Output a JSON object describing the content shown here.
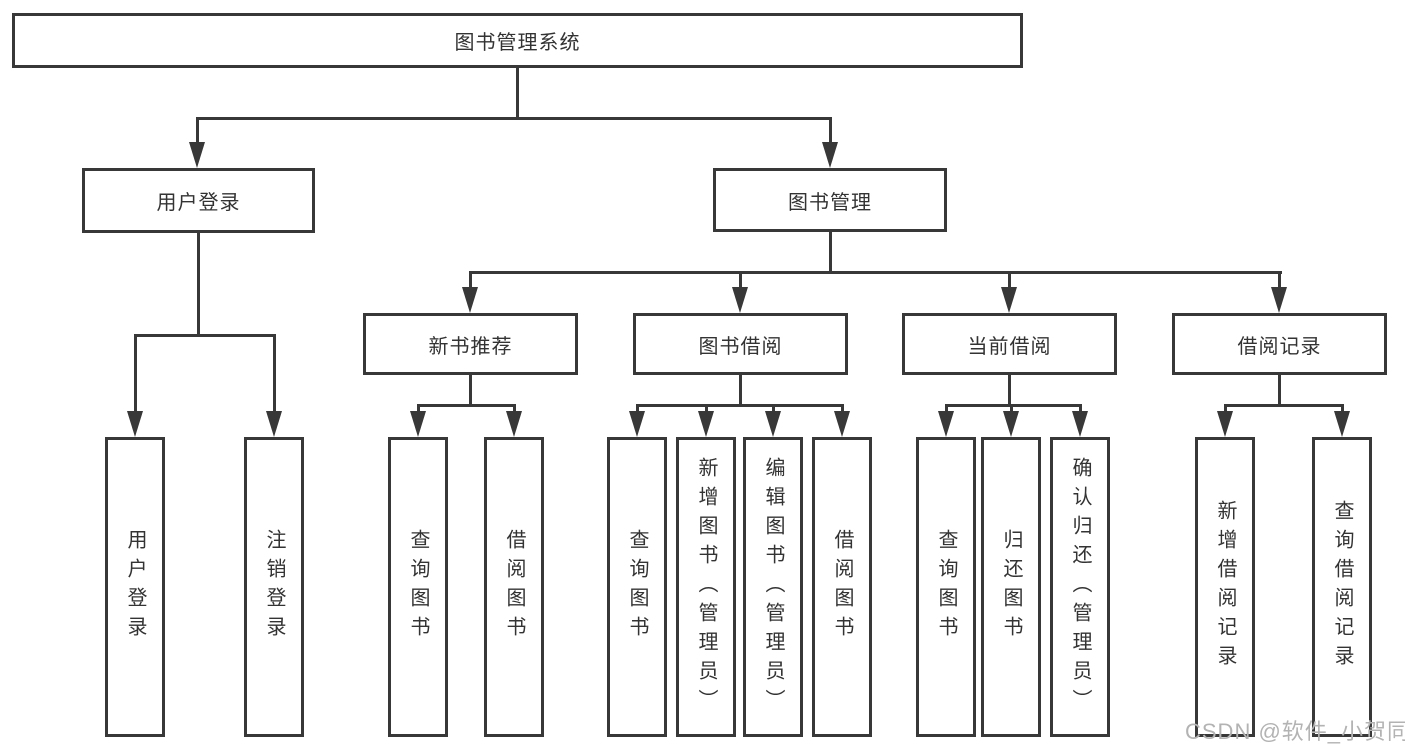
{
  "diagram": {
    "root": "图书管理系统",
    "level1": {
      "login": "用户登录",
      "mgmt": "图书管理"
    },
    "login_children": {
      "user_login": "用户登录",
      "logout": "注销登录"
    },
    "level2": {
      "recommend": "新书推荐",
      "borrow": "图书借阅",
      "current": "当前借阅",
      "records": "借阅记录"
    },
    "recommend_children": {
      "query": "查询图书",
      "borrow": "借阅图书"
    },
    "borrow_children": {
      "query": "查询图书",
      "add": "新增图书（管理员）",
      "edit": "编辑图书（管理员）",
      "borrow": "借阅图书"
    },
    "current_children": {
      "query": "查询图书",
      "return": "归还图书",
      "confirm": "确认归还（管理员）"
    },
    "records_children": {
      "add": "新增借阅记录",
      "query": "查询借阅记录"
    }
  },
  "watermark": "CSDN @软件_小贺同学",
  "colors": {
    "line": "#383838",
    "text": "#333333",
    "watermark": "#b3b3b3",
    "background": "#ffffff"
  }
}
